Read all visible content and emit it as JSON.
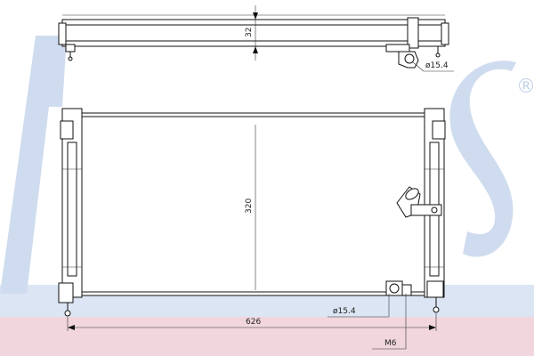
{
  "drawing": {
    "dimensions": {
      "height_top": "32",
      "core_height": "320",
      "width": "626",
      "inlet_diameter": "ø15.4",
      "outlet_diameter": "ø15.4",
      "thread": "M6"
    },
    "watermark": {
      "registered_mark": "®",
      "color": "#c9d8ec",
      "accent_color": "#e9b9c4"
    },
    "colors": {
      "line": "#111111",
      "background": "#ffffff"
    }
  }
}
